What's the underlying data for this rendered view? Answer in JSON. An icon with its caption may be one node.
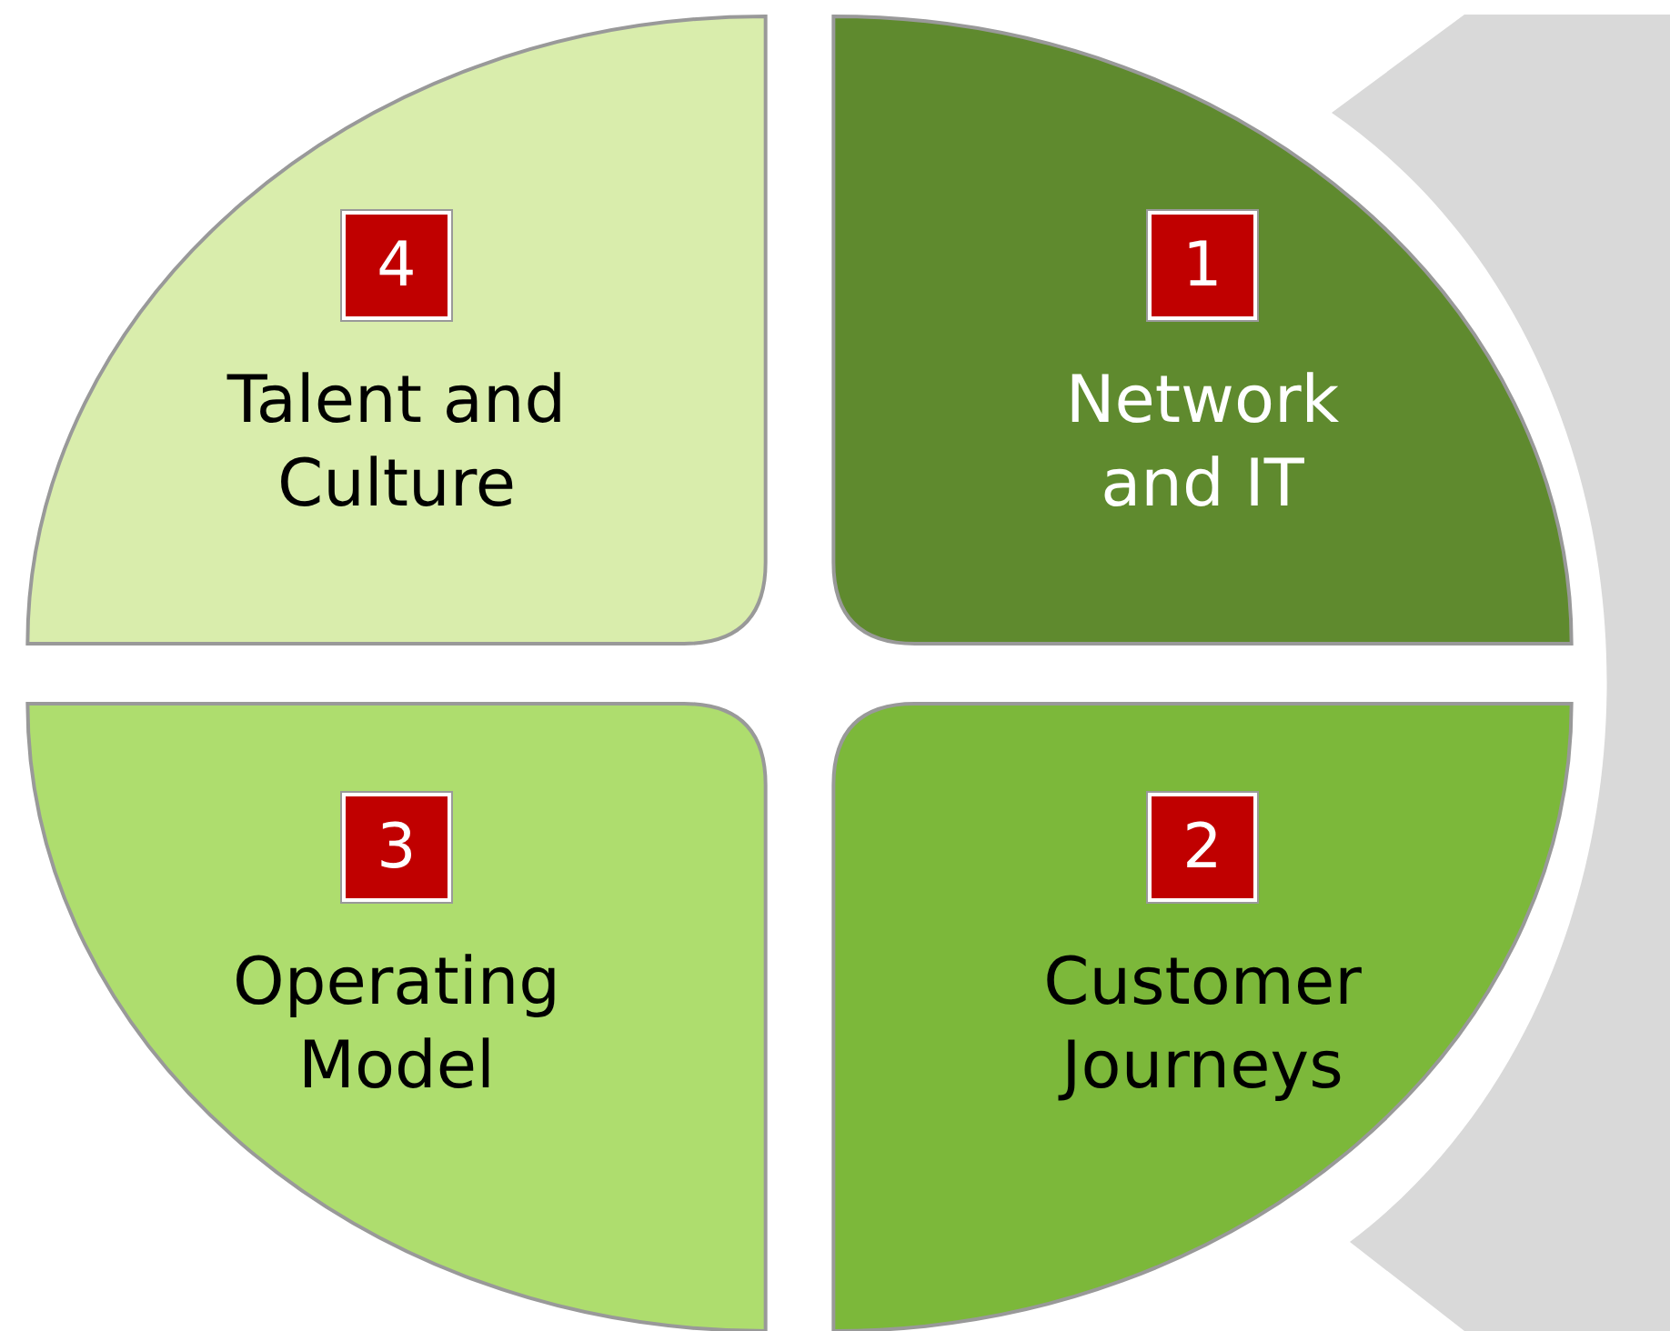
{
  "diagram": {
    "nodes": [
      {
        "text": [
          "4",
          "Talent and Culture"
        ]
      },
      {
        "text": [
          "1",
          "Network and IT"
        ]
      },
      {
        "text": [
          "3",
          "Operating Model"
        ]
      },
      {
        "text": [
          "2",
          "Customer Journeys"
        ]
      },
      {
        "text": [],
        "shape": "arc"
      }
    ]
  }
}
